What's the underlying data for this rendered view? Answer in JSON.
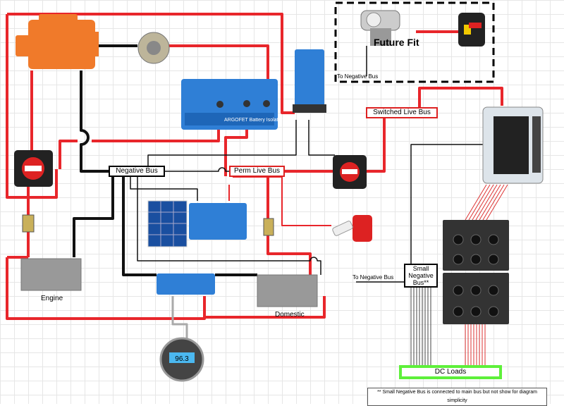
{
  "labels": {
    "future_fit": "Future Fit",
    "to_negative_bus_top": "To Negative Bus",
    "switched_live_bus": "Switched Live Bus",
    "negative_bus": "Negative Bus",
    "perm_live_bus": "Perm Live Bus",
    "engine": "Engine",
    "domestic": "Domestic",
    "to_negative_bus_right": "To Negative Bus",
    "small_negative_bus": "Small Negative Bus**",
    "dc_loads": "DC Loads",
    "footnote": "** Small Negative Bus is connected to main bus but not show for diagram simplicity",
    "isolator_text": "ARGOFET Battery Isolator",
    "monitor_reading": "96.3"
  },
  "colors": {
    "positive": "#e8262b",
    "negative": "#111111",
    "loads": "#5ef03a",
    "device_blue": "#2f7fd6",
    "engine": "#f07a2a"
  }
}
